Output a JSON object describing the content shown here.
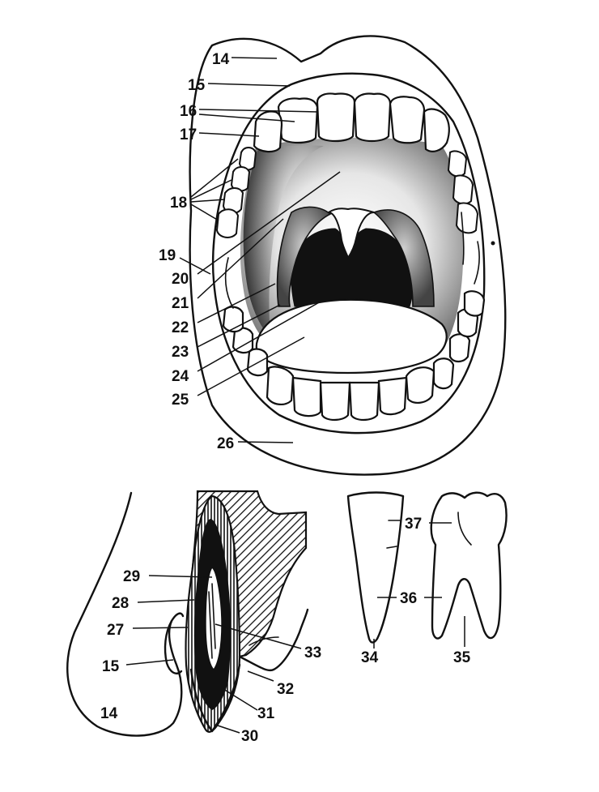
{
  "labels": {
    "l14a": "14",
    "l15a": "15",
    "l16": "16",
    "l17": "17",
    "l18": "18",
    "l19": "19",
    "l20": "20",
    "l21": "21",
    "l22": "22",
    "l23": "23",
    "l24": "24",
    "l25": "25",
    "l26": "26",
    "l29": "29",
    "l28": "28",
    "l27": "27",
    "l15b": "15",
    "l14b": "14",
    "l33": "33",
    "l32": "32",
    "l31": "31",
    "l30": "30",
    "l37": "37",
    "l36": "36",
    "l34": "34",
    "l35": "35"
  }
}
